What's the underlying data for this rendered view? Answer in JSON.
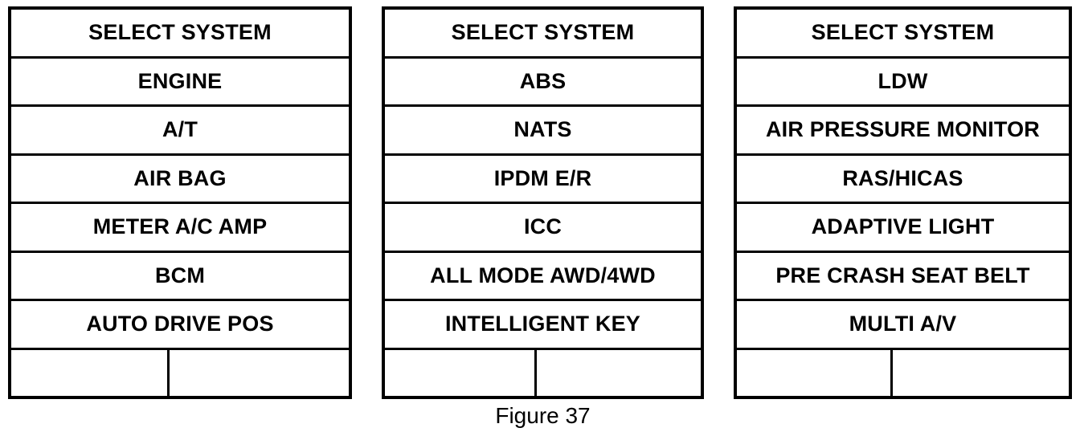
{
  "figure": {
    "caption": "Figure 37",
    "background_color": "#ffffff",
    "line_color": "#000000",
    "text_color": "#000000"
  },
  "panels": [
    {
      "id": "panel-1",
      "header": "SELECT SYSTEM",
      "items": [
        "ENGINE",
        "A/T",
        "AIR BAG",
        "METER A/C AMP",
        "BCM",
        "AUTO DRIVE POS"
      ],
      "bottom_row": {
        "left_cell": "",
        "right_cell": ""
      }
    },
    {
      "id": "panel-2",
      "header": "SELECT SYSTEM",
      "items": [
        "ABS",
        "NATS",
        "IPDM E/R",
        "ICC",
        "ALL MODE AWD/4WD",
        "INTELLIGENT KEY"
      ],
      "bottom_row": {
        "left_cell": "",
        "right_cell": ""
      }
    },
    {
      "id": "panel-3",
      "header": "SELECT SYSTEM",
      "items": [
        "LDW",
        "AIR PRESSURE MONITOR",
        "RAS/HICAS",
        "ADAPTIVE LIGHT",
        "PRE CRASH SEAT BELT",
        "MULTI A/V"
      ],
      "bottom_row": {
        "left_cell": "",
        "right_cell": ""
      }
    }
  ]
}
